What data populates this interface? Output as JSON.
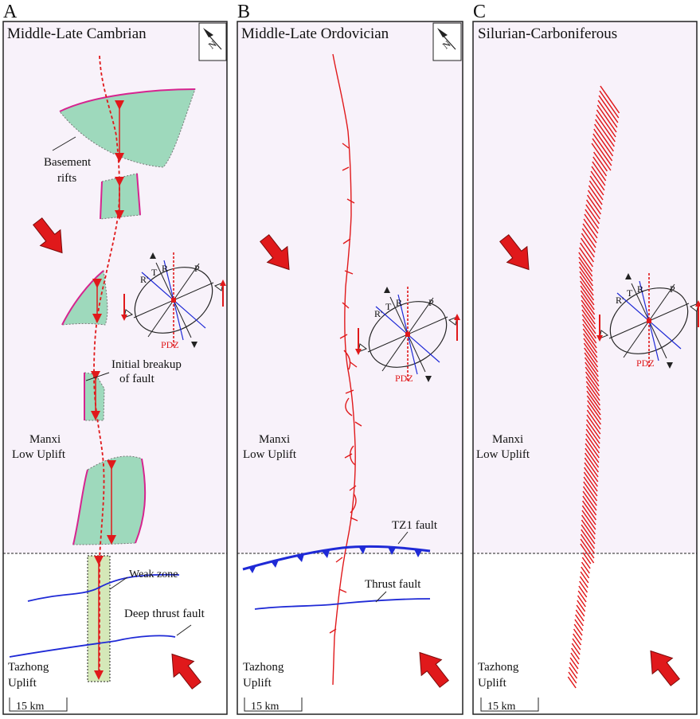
{
  "panels": [
    {
      "letter": "A",
      "title": "Middle-Late Cambrian",
      "labels": {
        "basement": "Basement",
        "rifts": "rifts",
        "breakup1": "Initial breakup",
        "breakup2": "of fault",
        "manxi1": "Manxi",
        "manxi2": "Low Uplift",
        "weak_zone": "Weak zone",
        "deep_thrust": "Deep thrust fault",
        "tazhong1": "Tazhong",
        "tazhong2": "Uplift"
      },
      "scale": "15 km",
      "north": "N"
    },
    {
      "letter": "B",
      "title": "Middle-Late Ordovician",
      "labels": {
        "manxi1": "Manxi",
        "manxi2": "Low Uplift",
        "tz1": "TZ1 fault",
        "thrust": "Thrust fault",
        "tazhong1": "Tazhong",
        "tazhong2": "Uplift"
      },
      "scale": "15 km",
      "north": "N"
    },
    {
      "letter": "C",
      "title": "Silurian-Carboniferous",
      "labels": {
        "manxi1": "Manxi",
        "manxi2": "Low Uplift",
        "tazhong1": "Tazhong",
        "tazhong2": "Uplift"
      },
      "scale": "15 km"
    }
  ],
  "riedel": {
    "r_prime": "R'",
    "t": "T",
    "r": "R",
    "p": "P",
    "pdz": "PDZ"
  },
  "colors": {
    "fault_red": "#e0191b",
    "thrust_blue": "#1f2ad6",
    "rift_fill": "#9ed9bc",
    "rift_edge": "#d6248f",
    "uplift_bg": "#f8f2fa",
    "weak_zone_fill": "#d5e8b8"
  }
}
